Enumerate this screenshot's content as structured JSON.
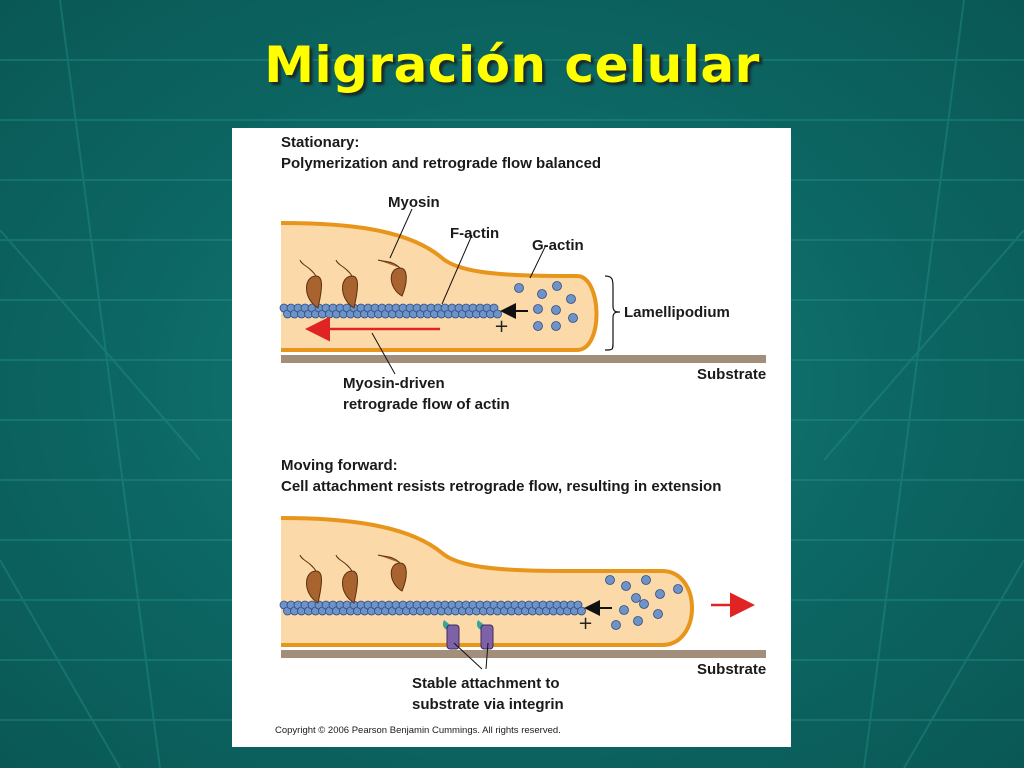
{
  "slide": {
    "title": "Migración celular"
  },
  "diagram": {
    "stationary": {
      "heading": "Stationary:",
      "subheading": "Polymerization and retrograde flow balanced",
      "myosin_label": "Myosin",
      "factin_label": "F-actin",
      "gactin_label": "G-actin",
      "lamellipodium_label": "Lamellipodium",
      "substrate_label": "Substrate",
      "flow_label_line1": "Myosin-driven",
      "flow_label_line2": "retrograde flow of actin",
      "plus_sign": "+"
    },
    "moving": {
      "heading": "Moving forward:",
      "subheading": "Cell attachment resists retrograde flow, resulting in extension",
      "substrate_label": "Substrate",
      "integrin_label_line1": "Stable attachment to",
      "integrin_label_line2": "substrate via integrin",
      "plus_sign": "+"
    },
    "copyright": "Copyright © 2006 Pearson Benjamin Cummings. All rights reserved.",
    "colors": {
      "cytoplasm": "#fbd9a8",
      "membrane": "#e8951c",
      "actin": "#6f93c8",
      "myosin": "#a8632f",
      "substrate": "#a38e7c",
      "integrin": "#7d62a8",
      "arrow_red": "#e02424"
    }
  }
}
